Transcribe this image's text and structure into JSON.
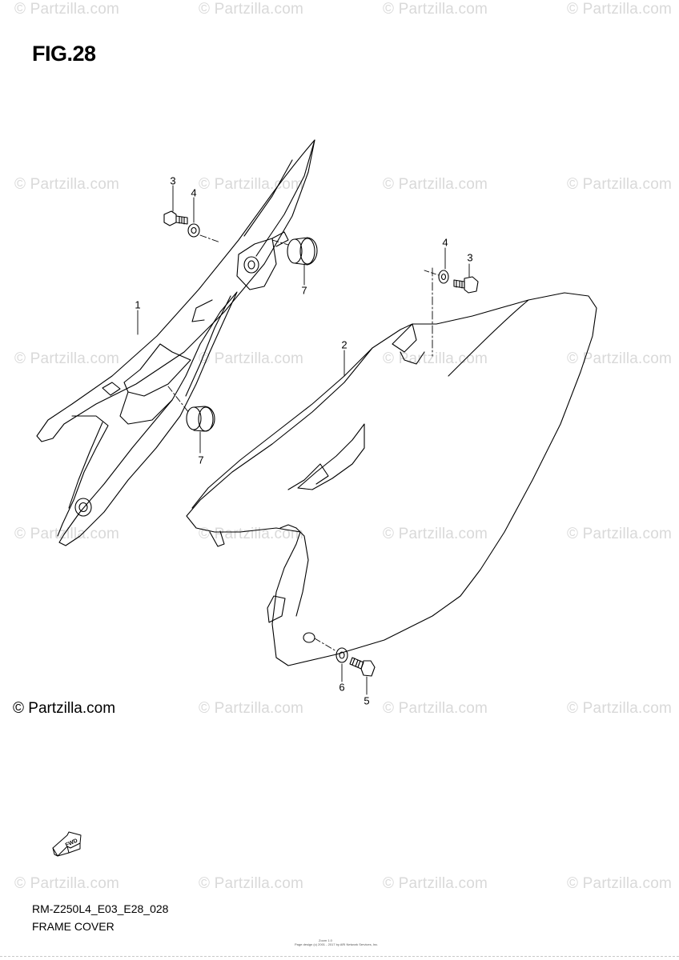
{
  "figure": {
    "title": "FIG.28"
  },
  "watermark": {
    "text": "© Partzilla.com"
  },
  "copyright": "© Partzilla.com",
  "callouts": [
    "1",
    "2",
    "3",
    "4",
    "7",
    "7",
    "4",
    "3",
    "6",
    "5"
  ],
  "fwd_label": "FWD",
  "footer": {
    "code": "RM-Z250L4_E03_E28_028",
    "subtitle": "FRAME COVER",
    "fine_print_1": "Zoom 1.0",
    "fine_print_2": "Page design (c) 2001 - 2017 by ARI Network Services, Inc."
  },
  "colors": {
    "line": "#000000",
    "watermark": "#d9d9d9",
    "background": "#ffffff"
  }
}
